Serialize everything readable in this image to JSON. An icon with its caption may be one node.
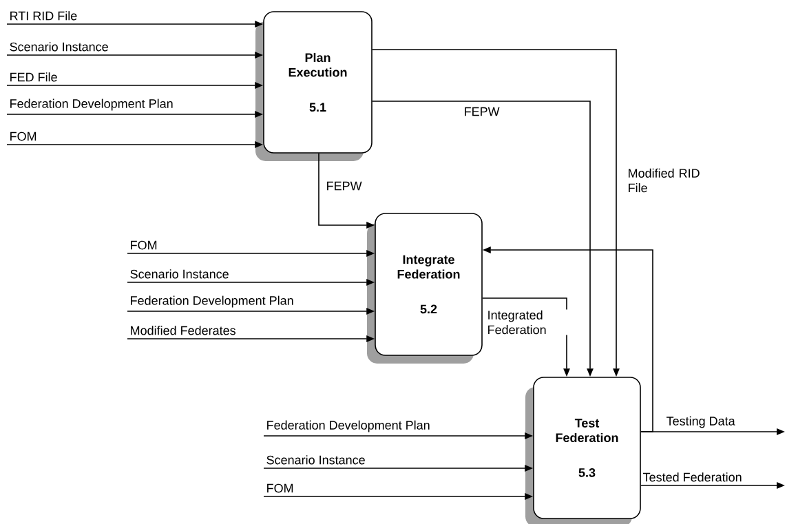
{
  "diagram": {
    "nodes": [
      {
        "text": [
          "Plan Execution",
          "5.1"
        ]
      },
      {
        "text": [
          "Integrate Federation",
          "5.2"
        ]
      },
      {
        "text": [
          "Test Federation",
          "5.3"
        ]
      }
    ],
    "edges": [
      {
        "from": null,
        "to": 0,
        "arrow": "to",
        "label": "RTI RID File"
      },
      {
        "from": null,
        "to": 0,
        "arrow": "to",
        "label": "Scenario Instance"
      },
      {
        "from": null,
        "to": 0,
        "arrow": "to",
        "label": "FED File"
      },
      {
        "from": null,
        "to": 0,
        "arrow": "to",
        "label": "Federation Development Plan"
      },
      {
        "from": null,
        "to": 0,
        "arrow": "to",
        "label": "FOM"
      },
      {
        "from": 0,
        "to": 1,
        "arrow": "to",
        "label": "FEPW"
      },
      {
        "from": 0,
        "to": 2,
        "arrow": "to",
        "label": "FEPW"
      },
      {
        "from": 0,
        "to": 2,
        "arrow": "to",
        "label": "Modified RID File"
      },
      {
        "from": null,
        "to": 1,
        "arrow": "to",
        "label": "FOM"
      },
      {
        "from": null,
        "to": 1,
        "arrow": "to",
        "label": "Scenario Instance"
      },
      {
        "from": null,
        "to": 1,
        "arrow": "to",
        "label": "Federation Development Plan"
      },
      {
        "from": null,
        "to": 1,
        "arrow": "to",
        "label": "Modified Federates"
      },
      {
        "from": 1,
        "to": 2,
        "arrow": "to",
        "label": "Integrated Federation"
      },
      {
        "from": 2,
        "to": 1,
        "arrow": "to"
      },
      {
        "from": null,
        "to": 2,
        "arrow": "to",
        "label": "Federation Development Plan"
      },
      {
        "from": null,
        "to": 2,
        "arrow": "to",
        "label": "Scenario Instance"
      },
      {
        "from": null,
        "to": 2,
        "arrow": "to",
        "label": "FOM"
      },
      {
        "from": 2,
        "to": null,
        "arrow": "to",
        "label": "Testing Data"
      },
      {
        "from": 2,
        "to": null,
        "arrow": "to",
        "label": "Tested Federation"
      }
    ]
  }
}
